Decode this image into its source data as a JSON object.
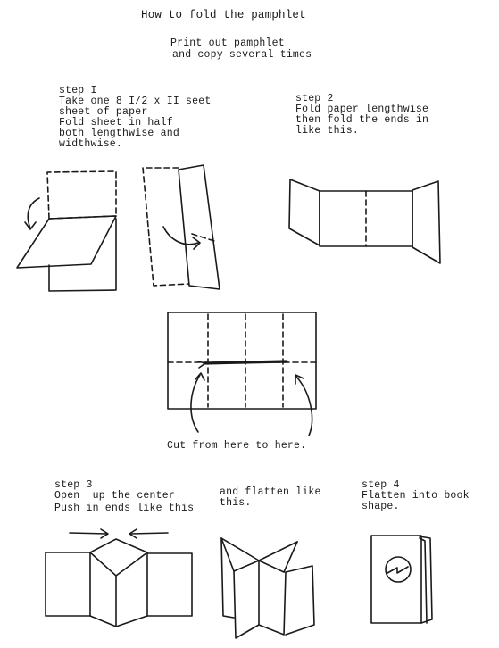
{
  "title": "How to fold the pamphlet",
  "intro": [
    "Print out pamphlet",
    "and copy several times"
  ],
  "step1": {
    "label": "step I",
    "lines": [
      "Take one 8 I/2 x II seet",
      "sheet of paper",
      "Fold sheet in half",
      "both lengthwise and",
      "widthwise."
    ]
  },
  "step2": {
    "label": "step 2",
    "lines": [
      "Fold paper lengthwise",
      "then fold the ends in",
      "like this."
    ]
  },
  "cut_caption": "Cut from here to here.",
  "step3": {
    "label": "step 3",
    "lines": [
      "Open  up the center",
      "Push in ends like this"
    ]
  },
  "flatten_text": [
    "and flatten like",
    "this."
  ],
  "step4": {
    "label": "step 4",
    "lines": [
      "Flatten into book",
      "shape."
    ]
  }
}
